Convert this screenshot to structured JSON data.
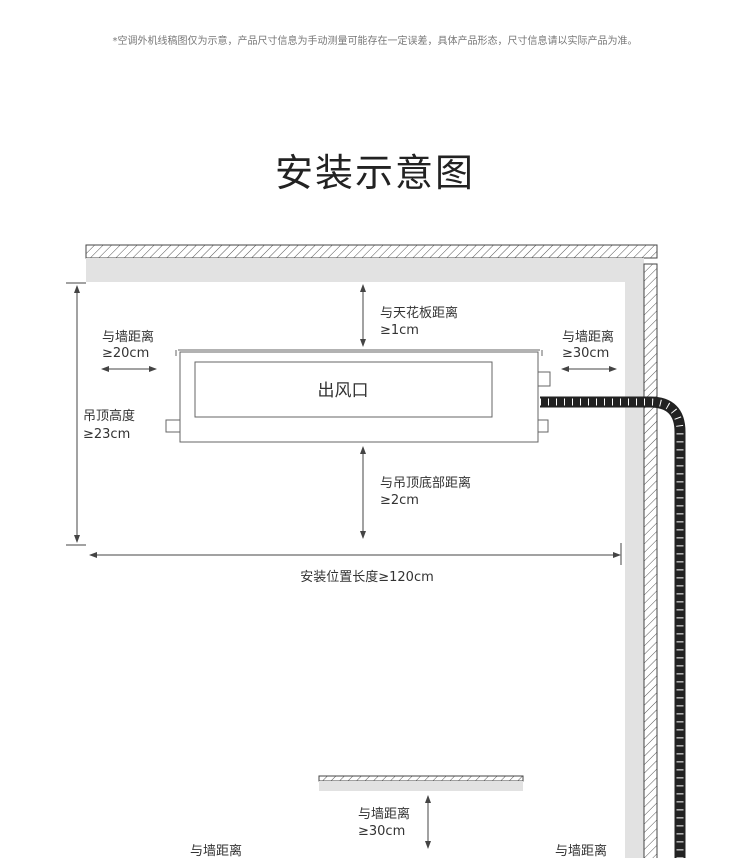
{
  "disclaimer": "*空调外机线稿图仅为示意，产品尺寸信息为手动测量可能存在一定误差，具体产品形态，尺寸信息请以实际产品为准。",
  "title": "安装示意图",
  "unit": {
    "outlet_label": "出风口"
  },
  "dimensions": {
    "ceiling": {
      "label": "与天花板距离",
      "value": "≥1cm"
    },
    "left_wall": {
      "label": "与墙距离",
      "value": "≥20cm"
    },
    "right_wall": {
      "label": "与墙距离",
      "value": "≥30cm"
    },
    "ceiling_height": {
      "label": "吊顶高度",
      "value": "≥23cm"
    },
    "bottom": {
      "label": "与吊顶底部距离",
      "value": "≥2cm"
    },
    "length": {
      "label": "安装位置长度≥120cm"
    }
  },
  "second_view": {
    "top_wall": {
      "label": "与墙距离",
      "value": "≥30cm"
    },
    "left_wall": {
      "label": "与墙距离"
    },
    "right_wall": {
      "label": "与墙距离"
    }
  }
}
